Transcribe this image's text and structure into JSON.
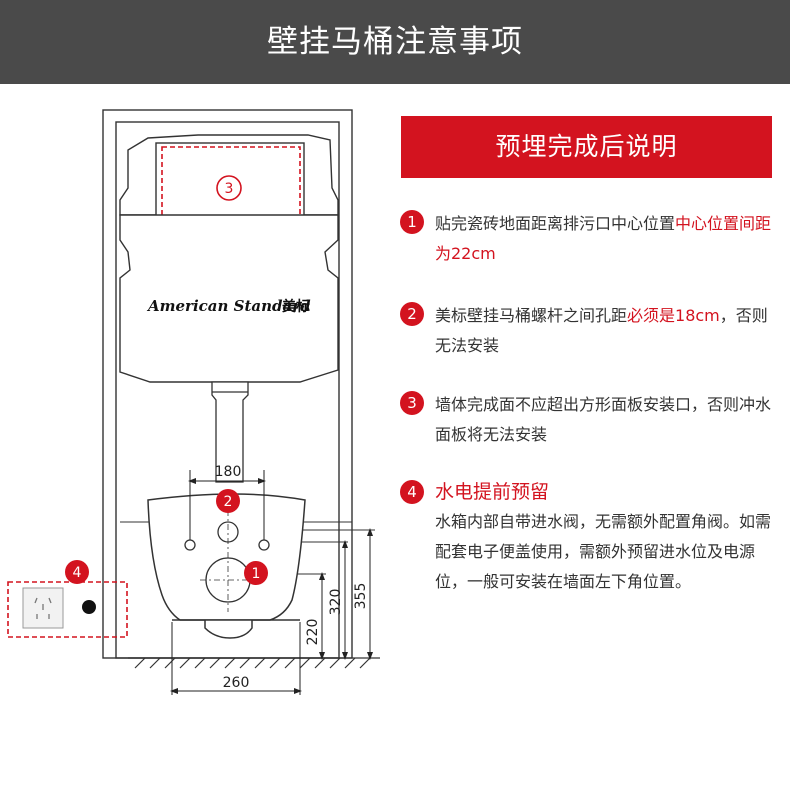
{
  "header": {
    "title": "壁挂马桶注意事项"
  },
  "banner": {
    "label": "预埋完成后说明"
  },
  "brand": {
    "logo_text": "American Standard",
    "logo_cn": "美标"
  },
  "diagram": {
    "markers": [
      "1",
      "2",
      "3",
      "4"
    ],
    "dimensions": {
      "hole_spacing": "180",
      "base_width": "260",
      "outlet_height": "220",
      "inlet_height": "320",
      "top_height": "355"
    }
  },
  "notes": [
    {
      "num": "1",
      "text": "贴完瓷砖地面距离排污口中心位置",
      "highlight": "中心位置间距为22cm"
    },
    {
      "num": "2",
      "text": "美标壁挂马桶螺杆之间孔距",
      "highlight": "必须是18cm",
      "tail": "，否则无法安装"
    },
    {
      "num": "3",
      "text": "墙体完成面不应超出方形面板安装口，否则冲水面板将无法安装"
    },
    {
      "num": "4",
      "title": "水电提前预留",
      "body": "水箱内部自带进水阀，无需额外配置角阀。如需配套电子便盖使用，需额外预留进水位及电源位，一般可安装在墙面左下角位置。"
    }
  ],
  "colors": {
    "accent": "#d3131f",
    "header_bg": "#4a4a4a",
    "text": "#333333"
  }
}
